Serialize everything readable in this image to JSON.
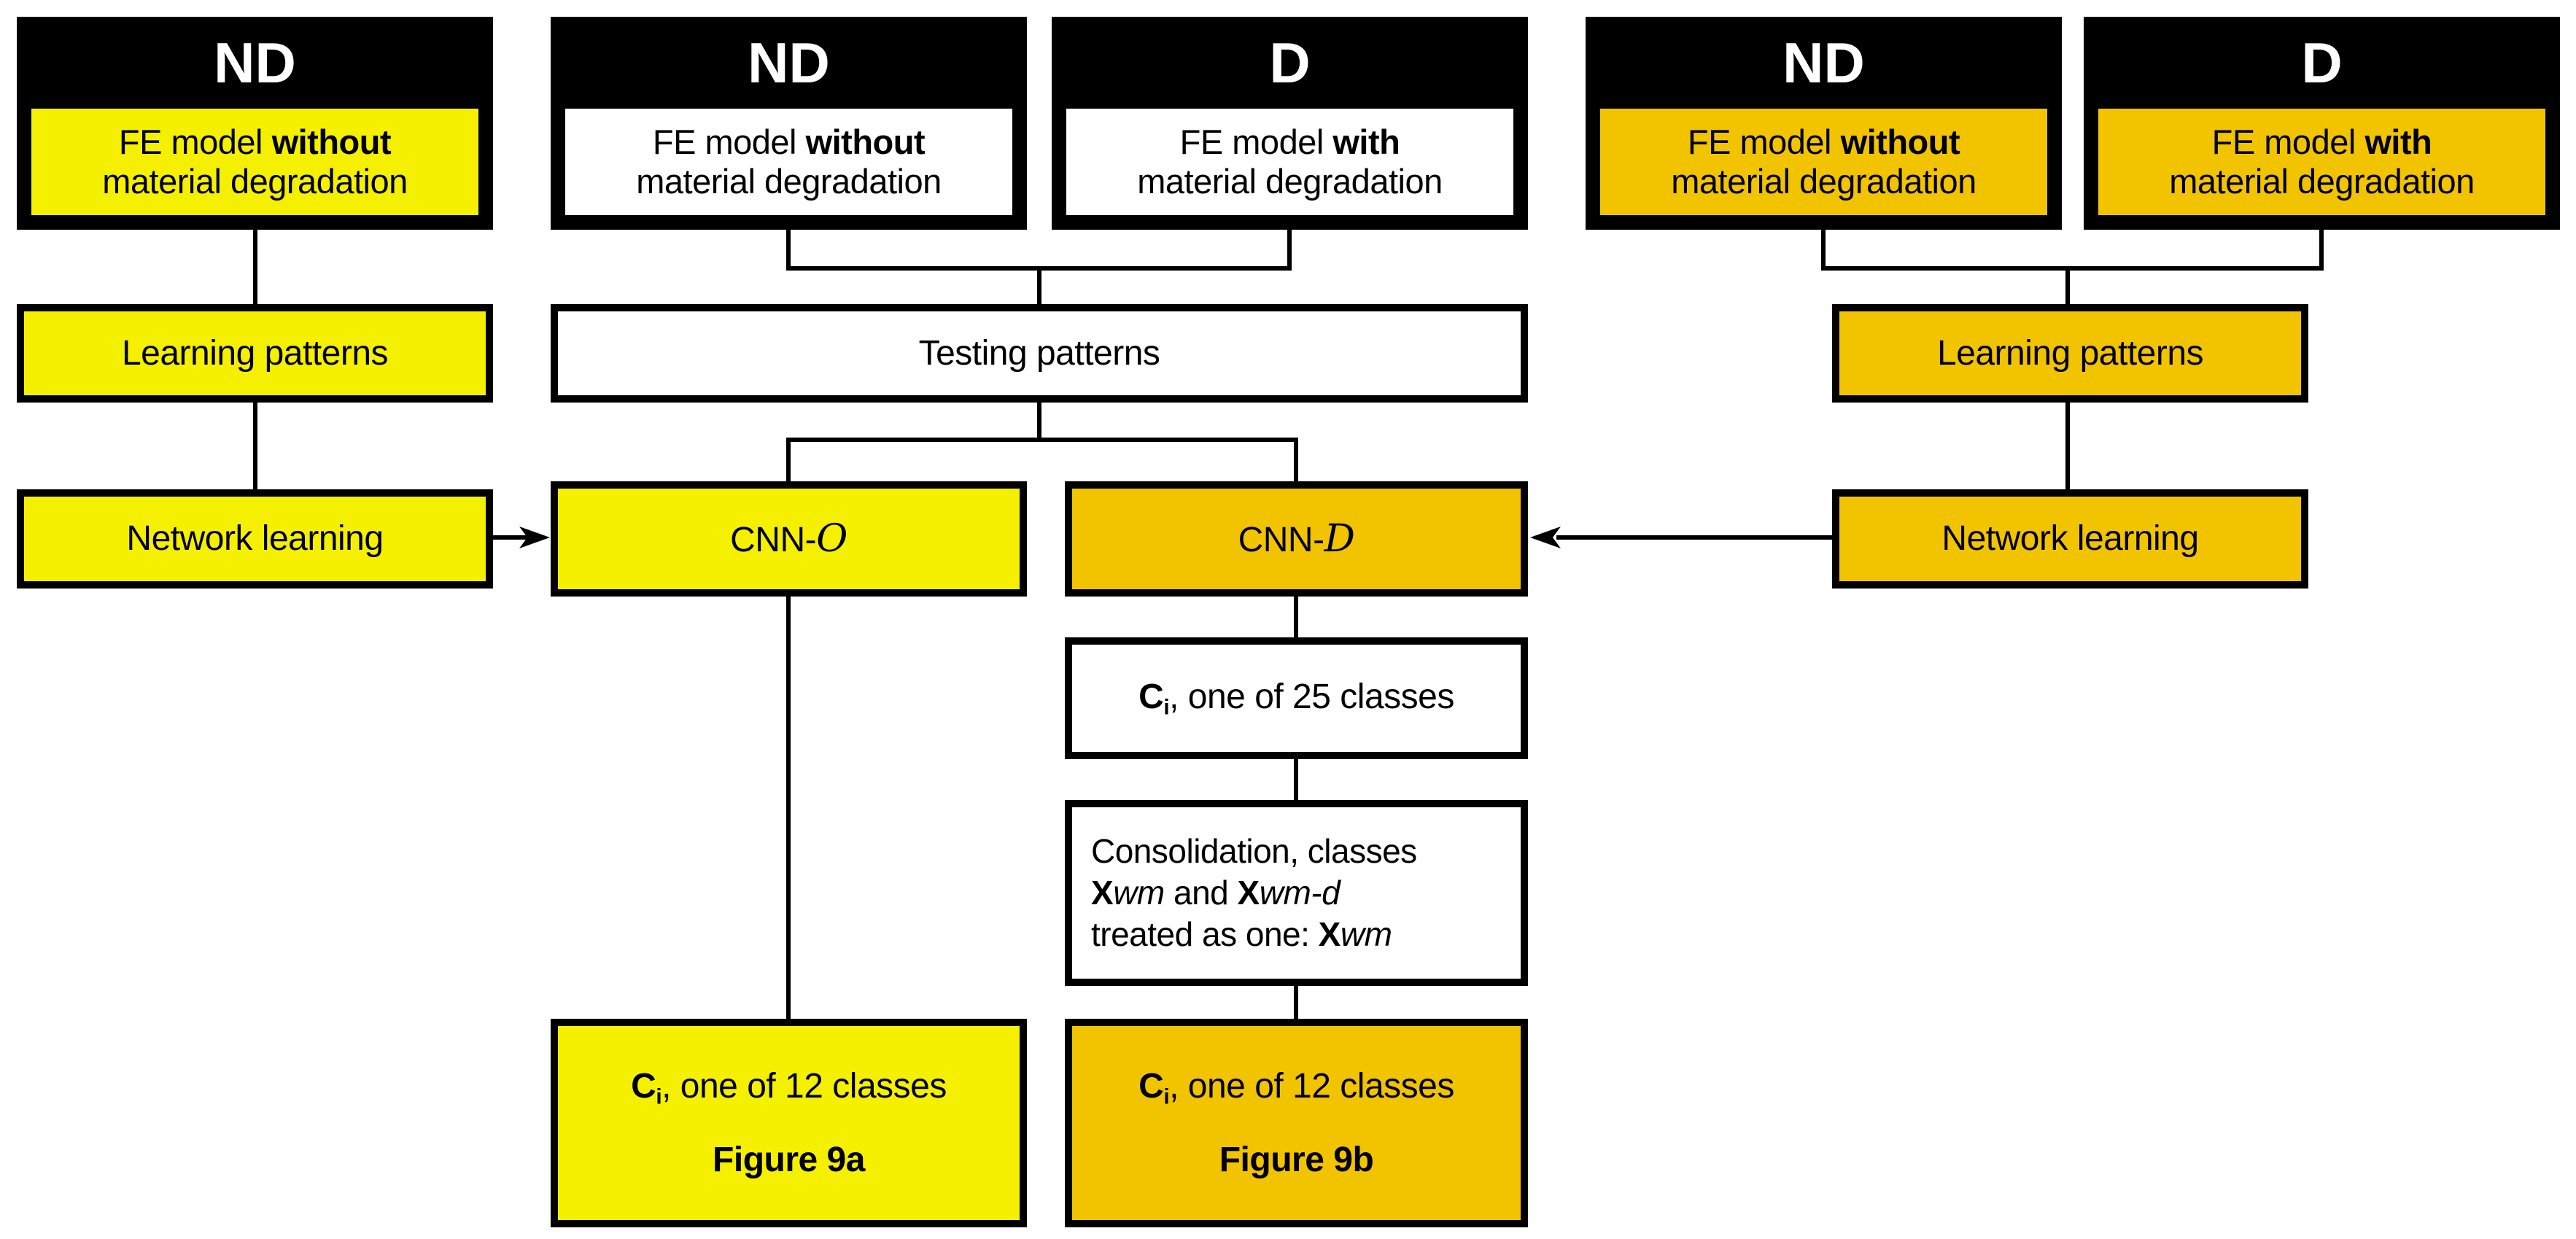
{
  "colors": {
    "yellow": "#f5f000",
    "gold": "#f2c400",
    "white": "#ffffff",
    "black": "#000000"
  },
  "top_row": [
    {
      "header": "ND",
      "line1_pre": "FE model ",
      "line1_bold": "without",
      "line2": "material degradation",
      "fill": "yellow"
    },
    {
      "header": "ND",
      "line1_pre": "FE model ",
      "line1_bold": "without",
      "line2": "material degradation",
      "fill": "white"
    },
    {
      "header": "D",
      "line1_pre": "FE model ",
      "line1_bold": "with",
      "line2": "material degradation",
      "fill": "white"
    },
    {
      "header": "ND",
      "line1_pre": "FE model ",
      "line1_bold": "without",
      "line2": "material degradation",
      "fill": "gold"
    },
    {
      "header": "D",
      "line1_pre": "FE model ",
      "line1_bold": "with",
      "line2": "material degradation",
      "fill": "gold"
    }
  ],
  "boxes": {
    "learning_left": {
      "label": "Learning patterns"
    },
    "testing": {
      "label": "Testing patterns"
    },
    "learning_right": {
      "label": "Learning patterns"
    },
    "network_left": {
      "label": "Network learning"
    },
    "network_right": {
      "label": "Network learning"
    },
    "cnn_o": {
      "prefix": "CNN-",
      "script": "O"
    },
    "cnn_d": {
      "prefix": "CNN-",
      "script": "D"
    },
    "class25": {
      "c": "C",
      "sub": "i",
      "rest": ", one of 25 classes"
    },
    "consolidation": {
      "line1": "Consolidation, classes",
      "x1": "X",
      "it1": "wm",
      "and": " and ",
      "x2": "X",
      "it2": "wm-d",
      "line3_pre": "treated as one: ",
      "x3": "X",
      "it3": "wm"
    },
    "result_o": {
      "c": "C",
      "sub": "i",
      "rest": ", one of 12 classes",
      "caption": "Figure 9a"
    },
    "result_d": {
      "c": "C",
      "sub": "i",
      "rest": ", one of 12 classes",
      "caption": "Figure 9b"
    }
  }
}
